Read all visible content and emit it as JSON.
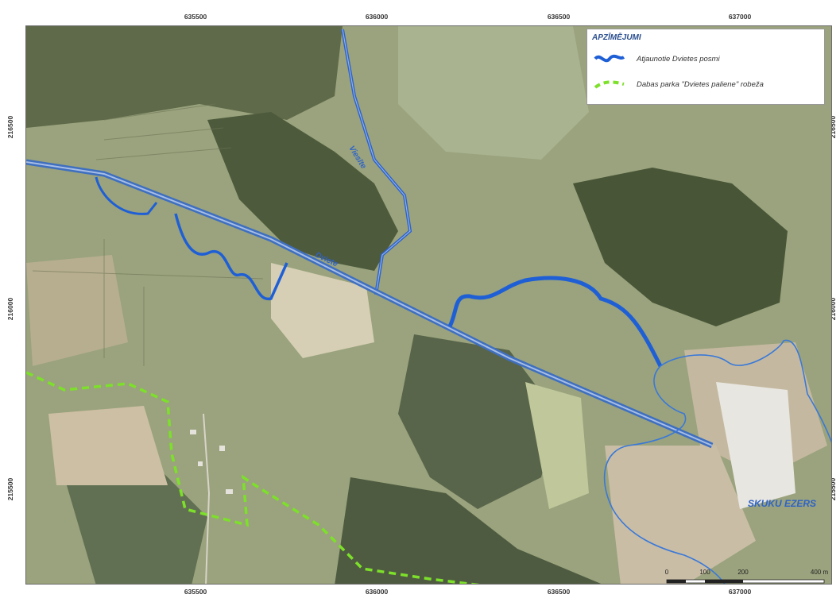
{
  "legend": {
    "title": "APZĪMĒJUMI",
    "items": [
      {
        "label": "Atjaunotie Dvietes posmi",
        "color": "#1f5fd6",
        "style": "solid-wavy"
      },
      {
        "label": "Dabas parka \"Dvietes paliene\" robeža",
        "color": "#7de02a",
        "style": "dashed"
      }
    ]
  },
  "axes": {
    "x_ticks": [
      "635500",
      "636000",
      "636500",
      "637000"
    ],
    "y_ticks": [
      "215500",
      "216000",
      "216500"
    ]
  },
  "labels": {
    "river_vieslite": "Viesīte",
    "river_dviete": "Dviete",
    "lake": "SKUKU EZERS"
  },
  "scale_bar": {
    "ticks": [
      "0",
      "100",
      "200",
      "400 m"
    ]
  },
  "colors": {
    "river": "#1f5fd6",
    "canal": "#3f6fbf",
    "park_boundary": "#7de02a",
    "lake_outline": "#3a78d8"
  }
}
